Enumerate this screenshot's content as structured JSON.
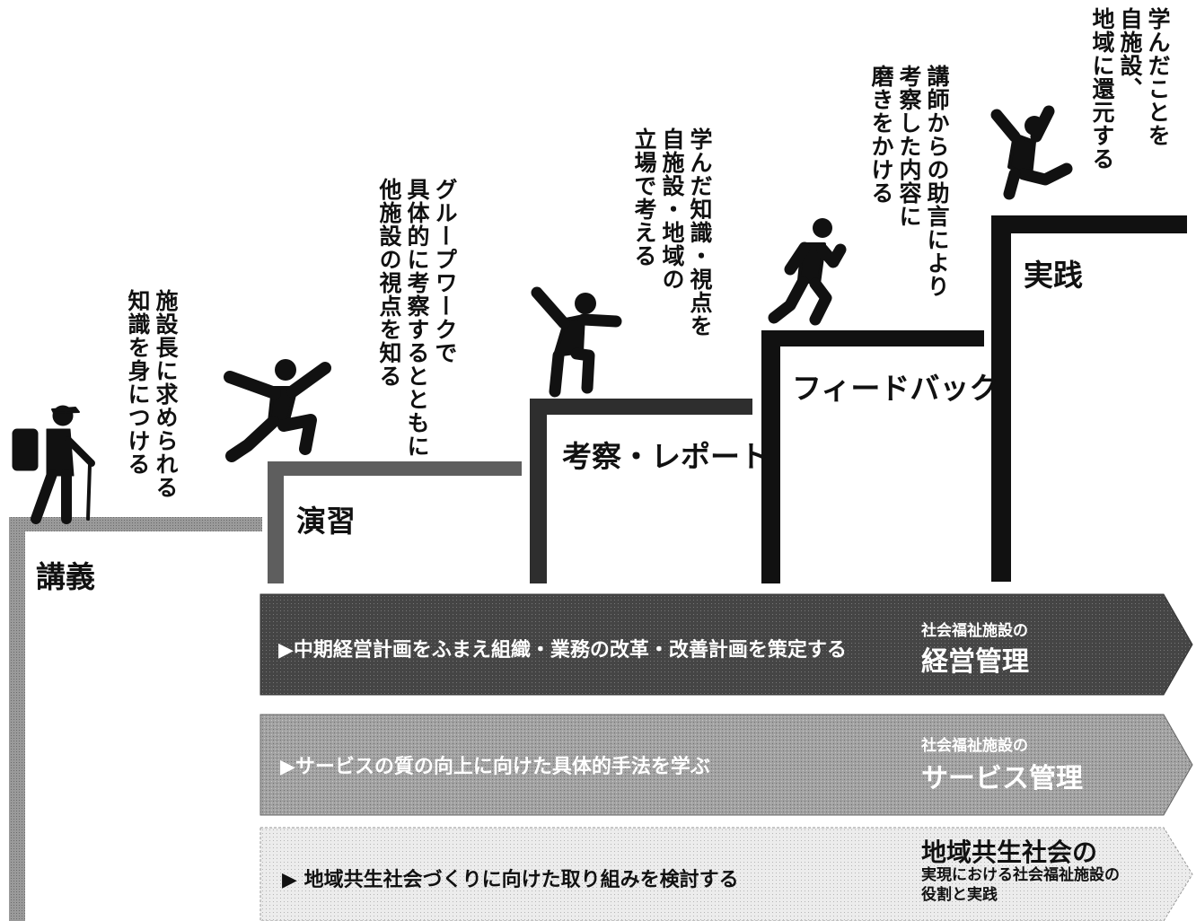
{
  "steps": [
    {
      "label": "講義",
      "caption": "施設長に求められる\n知識を身につける"
    },
    {
      "label": "演習",
      "caption": "グループワークで\n具体的に考察するとともに\n他施設の視点を知る"
    },
    {
      "label": "考察・レポート",
      "caption": "学んだ知識・視点を\n自施設・地域の\n立場で考える"
    },
    {
      "label": "フィードバック",
      "caption": "講師からの助言により\n考察した内容に\n磨きをかける"
    },
    {
      "label": "実践",
      "caption": "学んだことを\n自施設、\n地域に還元する"
    }
  ],
  "arrows": [
    {
      "text": "▶中期経営計画をふまえ組織・業務の改革・改善計画を策定する",
      "small": "社会福祉施設の",
      "large": "経営管理",
      "fill": "#4a4a4a"
    },
    {
      "text": "▶サービスの質の向上に向けた具体的手法を学ぶ",
      "small": "社会福祉施設の",
      "large": "サービス管理",
      "fill": "#9c9c9c"
    },
    {
      "text": "▶ 地域共生社会づくりに向けた取り組みを検討する",
      "large": "地域共生社会の",
      "small": "実現における社会福祉施設の\n役割と実践",
      "fill": "#e6e6e6"
    }
  ],
  "colors": {
    "step_bar": "#2a2a2a",
    "step_bar_light": "#8a8a8a",
    "figure": "#111111"
  }
}
